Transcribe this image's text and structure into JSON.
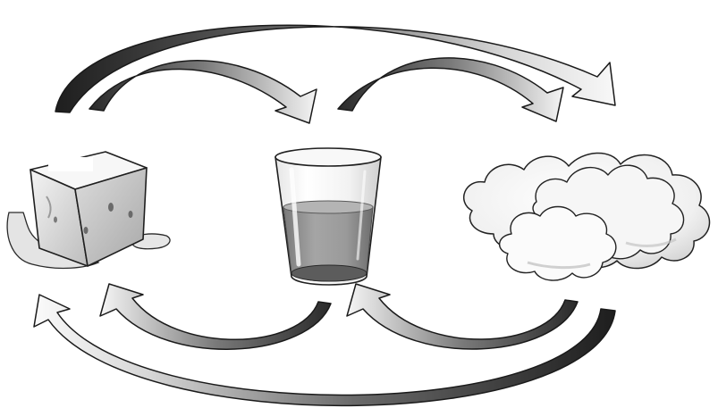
{
  "diagram": {
    "nodes": [
      {
        "id": "ice",
        "depicts": "ice-cube"
      },
      {
        "id": "water",
        "depicts": "glass-of-water"
      },
      {
        "id": "vapor",
        "depicts": "clouds"
      }
    ],
    "transitions": [
      {
        "from": "ice",
        "to": "water"
      },
      {
        "from": "water",
        "to": "vapor"
      },
      {
        "from": "ice",
        "to": "vapor"
      },
      {
        "from": "water",
        "to": "ice"
      },
      {
        "from": "vapor",
        "to": "water"
      },
      {
        "from": "vapor",
        "to": "ice"
      }
    ],
    "colors": {
      "arrow_dark": "#2a2a2a",
      "arrow_light": "#f2f2f2",
      "outline": "#1a1a1a",
      "water": "#8a8a8a",
      "ice": "#d8d8d8",
      "cloud": "#f4f4f4"
    }
  }
}
